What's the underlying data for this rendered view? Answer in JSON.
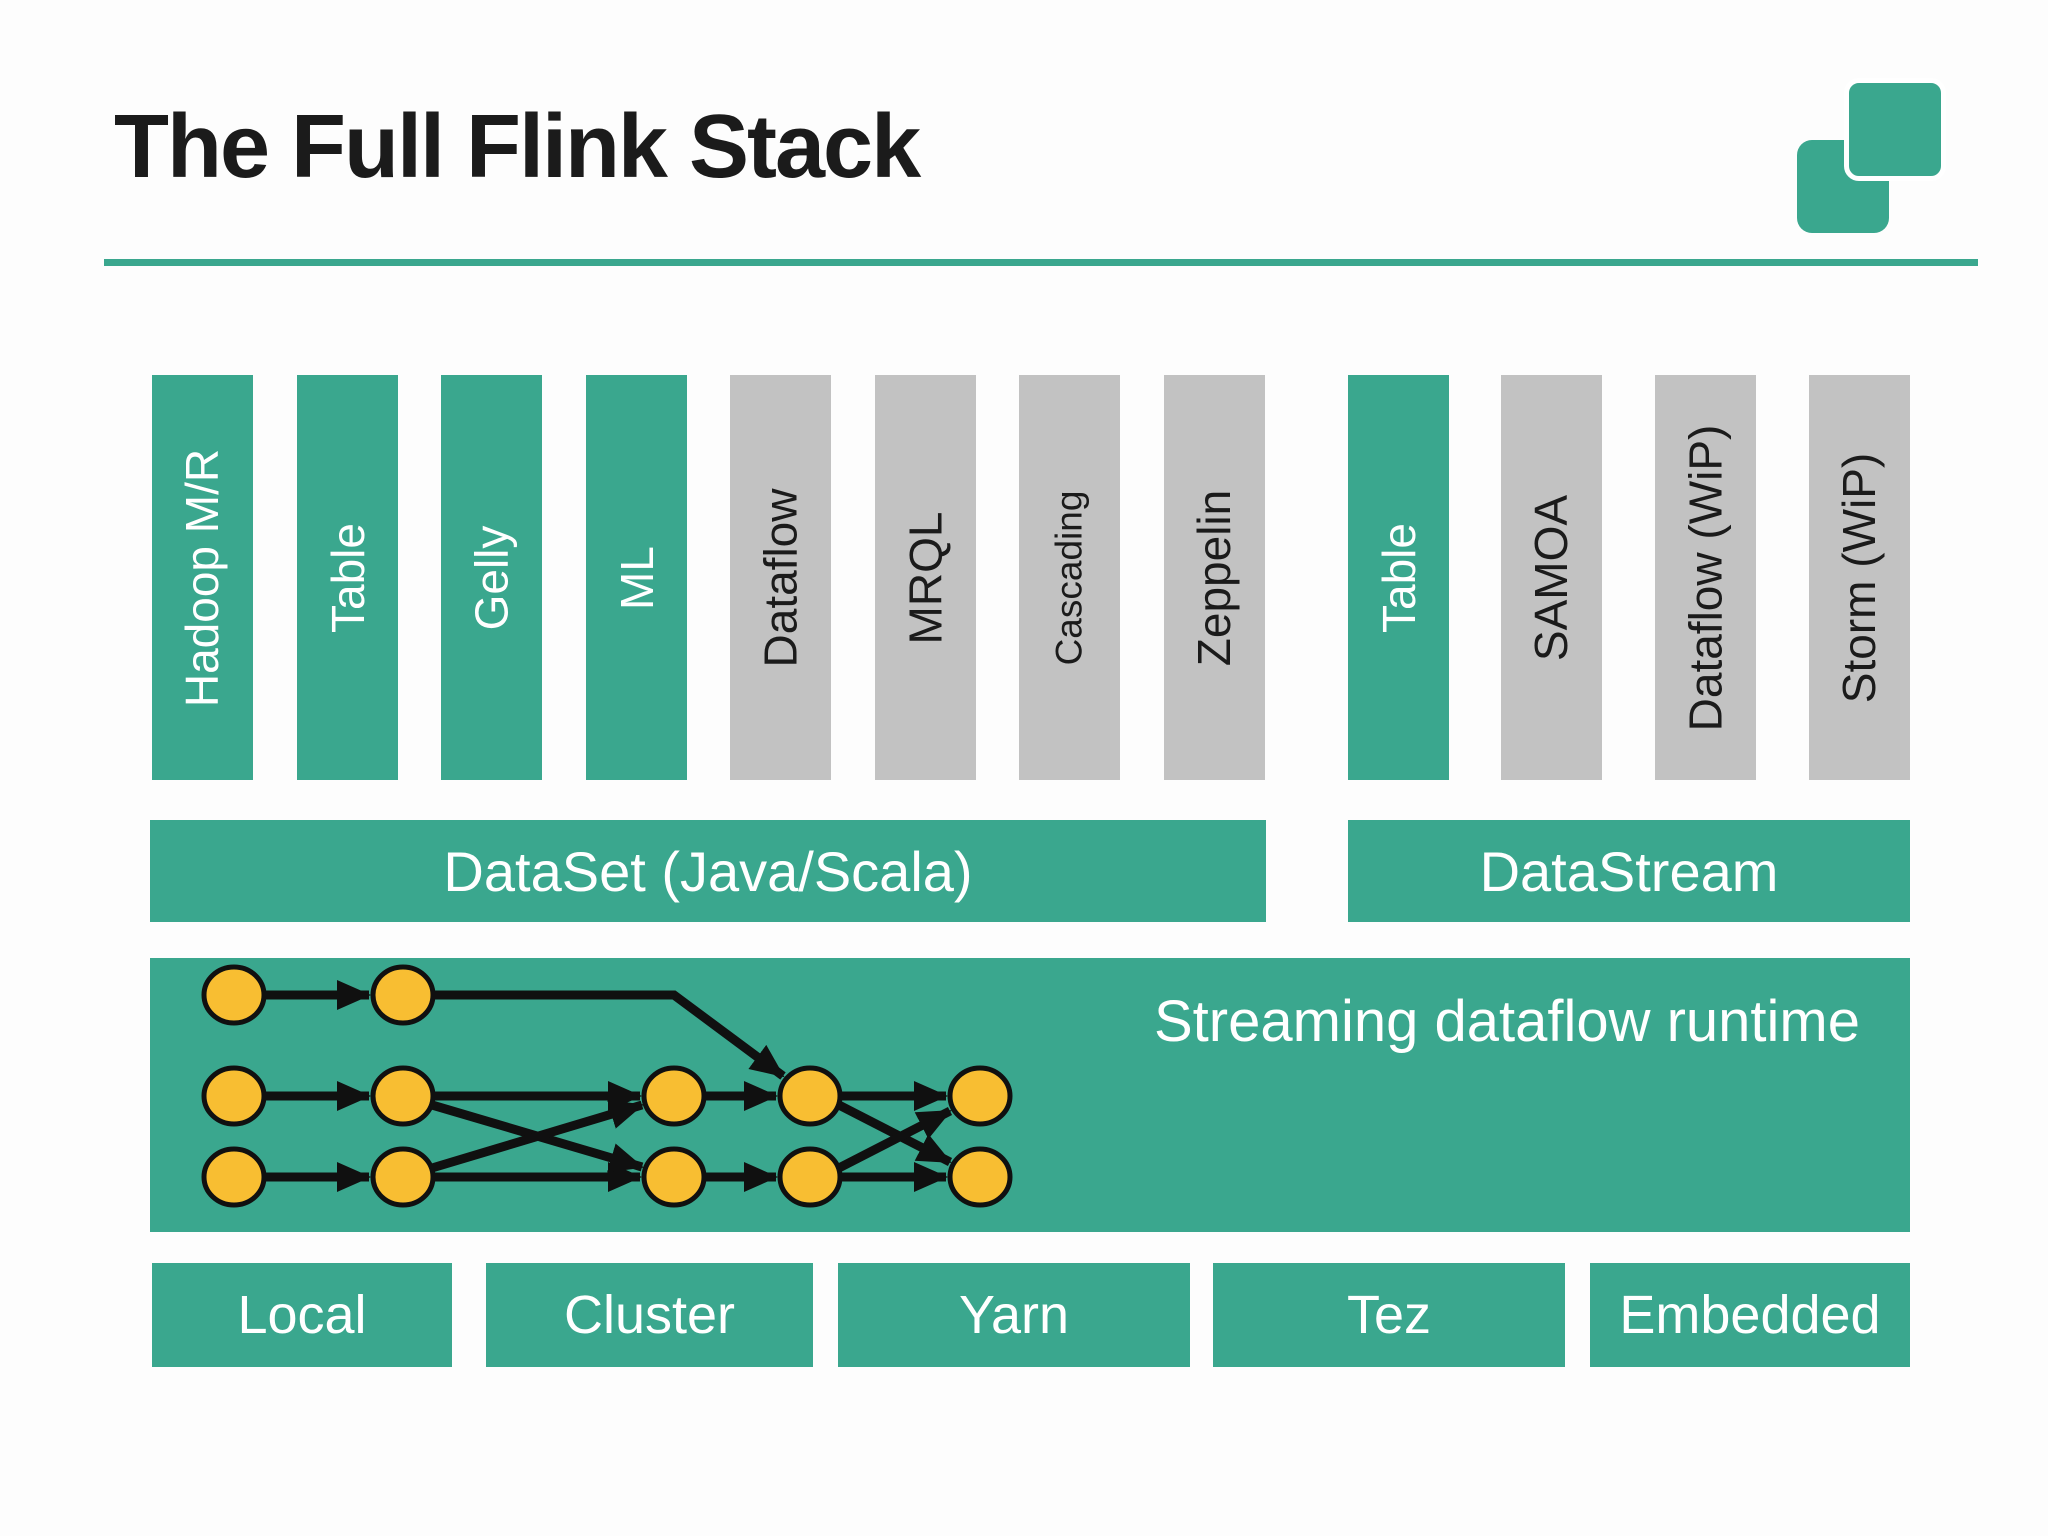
{
  "title": "The Full Flink Stack",
  "colors": {
    "teal": "#3aa78e",
    "gray_bar": "#c2c2c2",
    "node_yellow": "#f8be32",
    "edge_black": "#111111",
    "ink": "#1b1b1b"
  },
  "bars": [
    {
      "label": "Hadoop M/R",
      "variant": "teal"
    },
    {
      "label": "Table",
      "variant": "teal"
    },
    {
      "label": "Gelly",
      "variant": "teal"
    },
    {
      "label": "ML",
      "variant": "teal"
    },
    {
      "label": "Dataflow",
      "variant": "gray"
    },
    {
      "label": "MRQL",
      "variant": "gray"
    },
    {
      "label": "Cascading",
      "variant": "gray"
    },
    {
      "label": "Zeppelin",
      "variant": "gray"
    },
    {
      "label": "Table",
      "variant": "teal"
    },
    {
      "label": "SAMOA",
      "variant": "gray"
    },
    {
      "label": "Dataflow (WiP)",
      "variant": "gray"
    },
    {
      "label": "Storm (WiP)",
      "variant": "gray"
    }
  ],
  "api": {
    "dataset": "DataSet (Java/Scala)",
    "datastream": "DataStream"
  },
  "runtime": {
    "label": "Streaming dataflow runtime",
    "graph": {
      "type": "dataflow-dag",
      "rows": 3,
      "nodes_per_row": [
        2,
        5,
        5
      ],
      "node_shape": "ellipse"
    }
  },
  "deploy": [
    "Local",
    "Cluster",
    "Yarn",
    "Tez",
    "Embedded"
  ]
}
